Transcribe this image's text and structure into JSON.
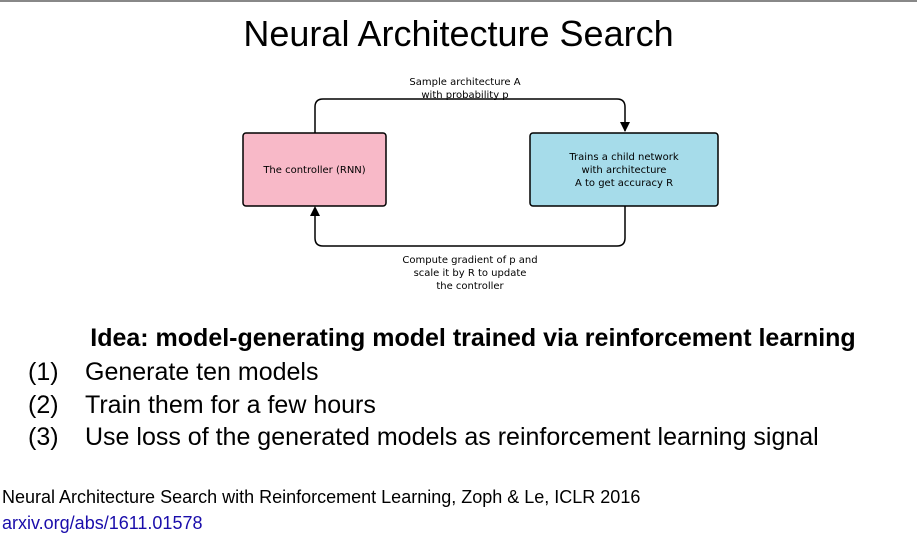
{
  "slide": {
    "title": "Neural Architecture Search"
  },
  "diagram": {
    "controller_box": {
      "label": "The controller (RNN)",
      "color": "#f8b9c8"
    },
    "child_box": {
      "lines": [
        "Trains a child network",
        "with architecture",
        "A to get accuracy R"
      ],
      "color": "#a6dcea"
    },
    "top_edge_label": [
      "Sample architecture A",
      "with probability p"
    ],
    "bottom_edge_label": [
      "Compute gradient of p and",
      "scale it by R to update",
      "the controller"
    ]
  },
  "idea": "Idea: model-generating model trained via reinforcement learning",
  "steps": [
    {
      "num": "(1)",
      "text": "Generate ten models"
    },
    {
      "num": "(2)",
      "text": "Train them for a few hours"
    },
    {
      "num": "(3)",
      "text": "Use loss of the generated models as reinforcement learning signal"
    }
  ],
  "citation": {
    "text": "Neural Architecture Search with Reinforcement Learning, Zoph & Le, ICLR 2016",
    "link": "arxiv.org/abs/1611.01578",
    "link_color": "#1a0dab"
  }
}
